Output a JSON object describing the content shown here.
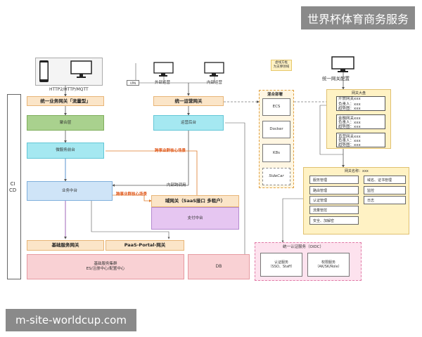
{
  "banner": {
    "title": "世界杯体育商务服务",
    "footer": "m-site-worldcup.com"
  },
  "left": {
    "cicd": "CI\nCD",
    "protocol": "HTTP2/HTTP/MQTT",
    "biz_gateway": "统一业务网关「流量型」",
    "novel": "聚合层",
    "microservice": "微服务前台",
    "business_center": "业务中台",
    "ops_gateway": "统一运营网关",
    "ops_backend": "运营后台",
    "domain_gateway": "域网关（SaaS接口 多租户）",
    "payment": "支付中台",
    "base_gateway": "基础服务网关",
    "paas_gateway": "PaaS-Portal-网关",
    "base_services": "基础服务集群\nES/注册中心/配置中心",
    "db": "DB",
    "cross_label_1": "跨事业群核心场景",
    "cross_label_2": "跨事业群核心场景",
    "internal_call": "内部跨调用",
    "external_ops": "外部运营",
    "internal_ops": "内部运营",
    "vpn": "VPN"
  },
  "middle": {
    "note": "虚线方框\n为支撑领域",
    "mixed_title": "混合部署",
    "items": [
      "ECS",
      "Docker",
      "K8s",
      "SideCar"
    ]
  },
  "right": {
    "config_label": "统一网关配置",
    "gateway_dash_title": "网关大盘",
    "gateways": [
      {
        "name": "开放网关xxx",
        "owner": "负责人：xxx",
        "trend": "趋势图：xxx"
      },
      {
        "name": "金融网关xxx",
        "owner": "负责人：xxx",
        "trend": "趋势图：xxx"
      },
      {
        "name": "直营网关xxx",
        "owner": "负责人：xxx",
        "trend": "趋势图：xxx"
      }
    ],
    "gateway_name": "网关名称：xxx",
    "mgmt_left": [
      "服务管理",
      "路由管理",
      "认证管理",
      "流量管控",
      "安全、加解密"
    ],
    "mgmt_right": [
      "域名、证书管理",
      "监控",
      "日志"
    ],
    "auth_title": "统一认证服务（OIDC）",
    "auth_items": [
      "认证服务\n（SSO、Staff）",
      "权限服务\n（AK/SK/Role）"
    ]
  }
}
